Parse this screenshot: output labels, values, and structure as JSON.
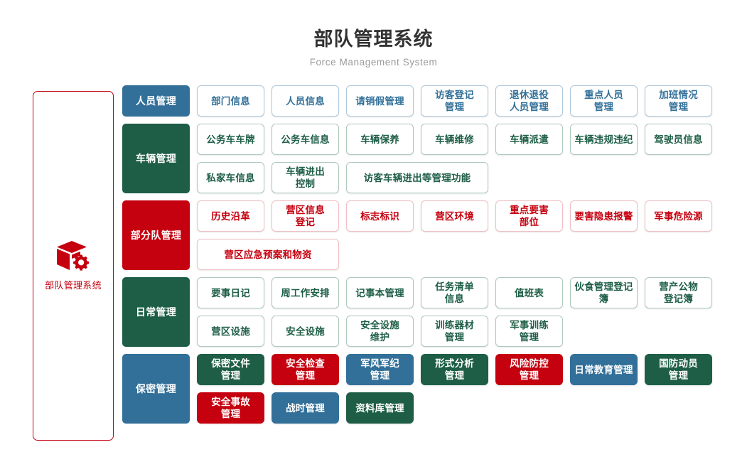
{
  "header": {
    "title": "部队管理系统",
    "subtitle": "Force Management System"
  },
  "sidebar": {
    "icon": "cube-gear-icon",
    "label": "部队管理系统",
    "border_color": "#C5000F"
  },
  "palette": {
    "blue": "#327099",
    "green": "#1E5E47",
    "red": "#C5000F",
    "blue_border": "#AFC9DB",
    "green_border": "#AFC9BD",
    "red_border": "#EFBFC3",
    "title_color": "#333333",
    "subtitle_color": "#9A9A9A"
  },
  "groups": [
    {
      "header": "人员管理",
      "color": "blue",
      "style": "outline",
      "rows": [
        [
          {
            "label": "部门信息",
            "color": "blue",
            "style": "outline",
            "wide": false
          },
          {
            "label": "人员信息",
            "color": "blue",
            "style": "outline",
            "wide": false
          },
          {
            "label": "请销假管理",
            "color": "blue",
            "style": "outline",
            "wide": false
          },
          {
            "label": "访客登记\n管理",
            "color": "blue",
            "style": "outline",
            "wide": false
          },
          {
            "label": "退休退役\n人员管理",
            "color": "blue",
            "style": "outline",
            "wide": false
          },
          {
            "label": "重点人员\n管理",
            "color": "blue",
            "style": "outline",
            "wide": false
          },
          {
            "label": "加班情况\n管理",
            "color": "blue",
            "style": "outline",
            "wide": false
          }
        ]
      ]
    },
    {
      "header": "车辆管理",
      "color": "green",
      "style": "outline",
      "rows": [
        [
          {
            "label": "公务车车牌",
            "color": "green",
            "style": "outline",
            "wide": false
          },
          {
            "label": "公务车信息",
            "color": "green",
            "style": "outline",
            "wide": false
          },
          {
            "label": "车辆保养",
            "color": "green",
            "style": "outline",
            "wide": false
          },
          {
            "label": "车辆维修",
            "color": "green",
            "style": "outline",
            "wide": false
          },
          {
            "label": "车辆派遣",
            "color": "green",
            "style": "outline",
            "wide": false
          },
          {
            "label": "车辆违规违纪",
            "color": "green",
            "style": "outline",
            "wide": false
          },
          {
            "label": "驾驶员信息",
            "color": "green",
            "style": "outline",
            "wide": false
          }
        ],
        [
          {
            "label": "私家车信息",
            "color": "green",
            "style": "outline",
            "wide": false
          },
          {
            "label": "车辆进出\n控制",
            "color": "green",
            "style": "outline",
            "wide": false
          },
          {
            "label": "访客车辆进出等管理功能",
            "color": "green",
            "style": "outline",
            "wide": true
          }
        ]
      ]
    },
    {
      "header": "部分队管理",
      "color": "red",
      "style": "outline",
      "rows": [
        [
          {
            "label": "历史沿革",
            "color": "red",
            "style": "outline",
            "wide": false
          },
          {
            "label": "营区信息\n登记",
            "color": "red",
            "style": "outline",
            "wide": false
          },
          {
            "label": "标志标识",
            "color": "red",
            "style": "outline",
            "wide": false
          },
          {
            "label": "营区环境",
            "color": "red",
            "style": "outline",
            "wide": false
          },
          {
            "label": "重点要害\n部位",
            "color": "red",
            "style": "outline",
            "wide": false
          },
          {
            "label": "要害隐患报警",
            "color": "red",
            "style": "outline",
            "wide": false
          },
          {
            "label": "军事危险源",
            "color": "red",
            "style": "outline",
            "wide": false
          }
        ],
        [
          {
            "label": "营区应急预案和物资",
            "color": "red",
            "style": "outline",
            "wide": true
          }
        ]
      ]
    },
    {
      "header": "日常管理",
      "color": "green",
      "style": "outline",
      "rows": [
        [
          {
            "label": "要事日记",
            "color": "green",
            "style": "outline",
            "wide": false
          },
          {
            "label": "周工作安排",
            "color": "green",
            "style": "outline",
            "wide": false
          },
          {
            "label": "记事本管理",
            "color": "green",
            "style": "outline",
            "wide": false
          },
          {
            "label": "任务清单\n信息",
            "color": "green",
            "style": "outline",
            "wide": false
          },
          {
            "label": "值班表",
            "color": "green",
            "style": "outline",
            "wide": false
          },
          {
            "label": "伙食管理登记簿",
            "color": "green",
            "style": "outline",
            "wide": false
          },
          {
            "label": "营产公物\n登记簿",
            "color": "green",
            "style": "outline",
            "wide": false
          }
        ],
        [
          {
            "label": "营区设施",
            "color": "green",
            "style": "outline",
            "wide": false
          },
          {
            "label": "安全设施",
            "color": "green",
            "style": "outline",
            "wide": false
          },
          {
            "label": "安全设施\n维护",
            "color": "green",
            "style": "outline",
            "wide": false
          },
          {
            "label": "训练器材\n管理",
            "color": "green",
            "style": "outline",
            "wide": false
          },
          {
            "label": "军事训练\n管理",
            "color": "green",
            "style": "outline",
            "wide": false
          }
        ]
      ]
    },
    {
      "header": "保密管理",
      "color": "blue",
      "style": "filled",
      "rows": [
        [
          {
            "label": "保密文件\n管理",
            "color": "green",
            "style": "filled",
            "wide": false
          },
          {
            "label": "安全检查\n管理",
            "color": "red",
            "style": "filled",
            "wide": false
          },
          {
            "label": "军风军纪\n管理",
            "color": "blue",
            "style": "filled",
            "wide": false
          },
          {
            "label": "形式分析\n管理",
            "color": "green",
            "style": "filled",
            "wide": false
          },
          {
            "label": "风险防控\n管理",
            "color": "red",
            "style": "filled",
            "wide": false
          },
          {
            "label": "日常教育管理",
            "color": "blue",
            "style": "filled",
            "wide": false
          },
          {
            "label": "国防动员\n管理",
            "color": "green",
            "style": "filled",
            "wide": false
          }
        ],
        [
          {
            "label": "安全事故\n管理",
            "color": "red",
            "style": "filled",
            "wide": false
          },
          {
            "label": "战时管理",
            "color": "blue",
            "style": "filled",
            "wide": false
          },
          {
            "label": "资料库管理",
            "color": "green",
            "style": "filled",
            "wide": false
          }
        ]
      ]
    }
  ]
}
